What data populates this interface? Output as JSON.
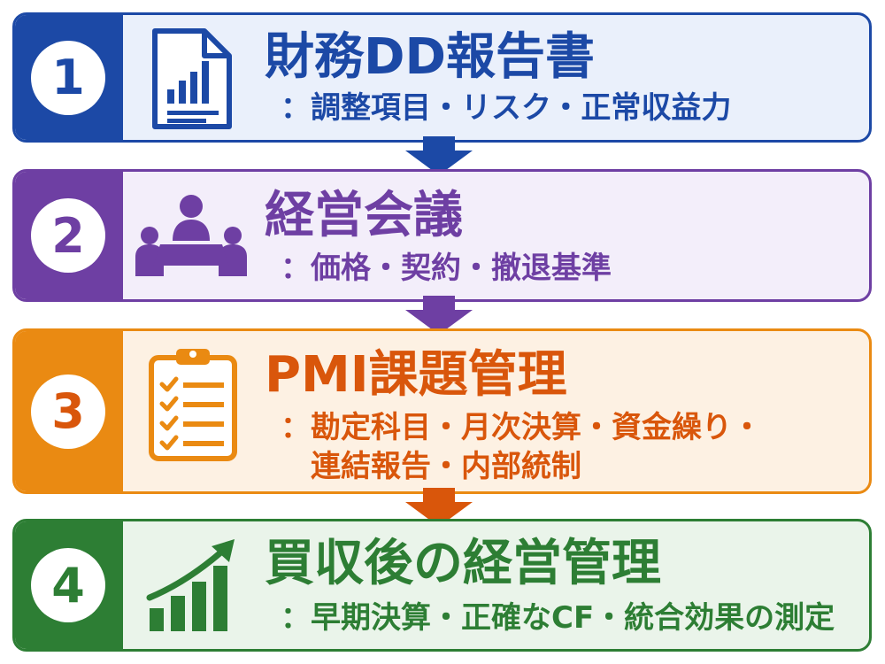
{
  "colors": {
    "step1": "#1c49a6",
    "step2": "#6e3fa3",
    "step3": "#ea8a12",
    "step3_text": "#d9560b",
    "step4": "#2d7e34"
  },
  "steps": [
    {
      "number": "1",
      "icon": "financial-report-icon",
      "title": "財務DD報告書",
      "subtitle_lines": [
        "：調整項目・リスク・正常収益力"
      ]
    },
    {
      "number": "2",
      "icon": "meeting-icon",
      "title": "経営会議",
      "subtitle_lines": [
        "：価格・契約・撤退基準"
      ]
    },
    {
      "number": "3",
      "icon": "checklist-clipboard-icon",
      "title": "PMI課題管理",
      "subtitle_lines": [
        "：勘定科目・月次決算・資金繰り・",
        "　連結報告・内部統制"
      ]
    },
    {
      "number": "4",
      "icon": "growth-chart-icon",
      "title": "買収後の経営管理",
      "subtitle_lines": [
        "：早期決算・正確なCF・統合効果の測定"
      ]
    }
  ],
  "arrows": [
    "arrow-down-icon",
    "arrow-down-icon",
    "arrow-down-icon"
  ]
}
